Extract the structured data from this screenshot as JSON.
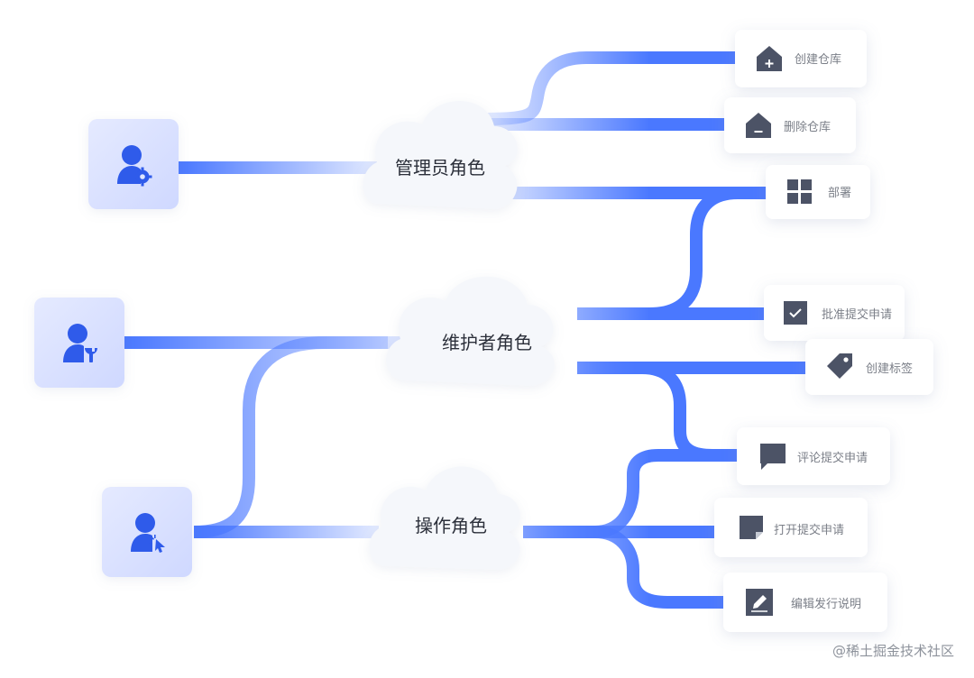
{
  "roles": {
    "admin": {
      "label": "管理员角色",
      "icon": "admin-user-gear-icon"
    },
    "maintainer": {
      "label": "维护者角色",
      "icon": "maintainer-user-wrench-icon"
    },
    "operator": {
      "label": "操作角色",
      "icon": "operator-user-click-icon"
    }
  },
  "permissions": {
    "create_repo": {
      "label": "创建仓库",
      "icon": "house-plus-icon"
    },
    "delete_repo": {
      "label": "删除仓库",
      "icon": "house-minus-icon"
    },
    "deploy": {
      "label": "部署",
      "icon": "grid-icon"
    },
    "approve_pr": {
      "label": "批准提交申请",
      "icon": "check-document-icon"
    },
    "create_tag": {
      "label": "创建标签",
      "icon": "tag-icon"
    },
    "comment_pr": {
      "label": "评论提交申请",
      "icon": "comment-icon"
    },
    "open_pr": {
      "label": "打开提交申请",
      "icon": "note-icon"
    },
    "edit_release": {
      "label": "编辑发行说明",
      "icon": "edit-icon"
    }
  },
  "watermark": "@稀土掘金技术社区",
  "colors": {
    "line": "#4a78ff",
    "icon_dark": "#4c5366",
    "icon_blue": "#2f5bea",
    "card_text": "#7b7f88"
  }
}
